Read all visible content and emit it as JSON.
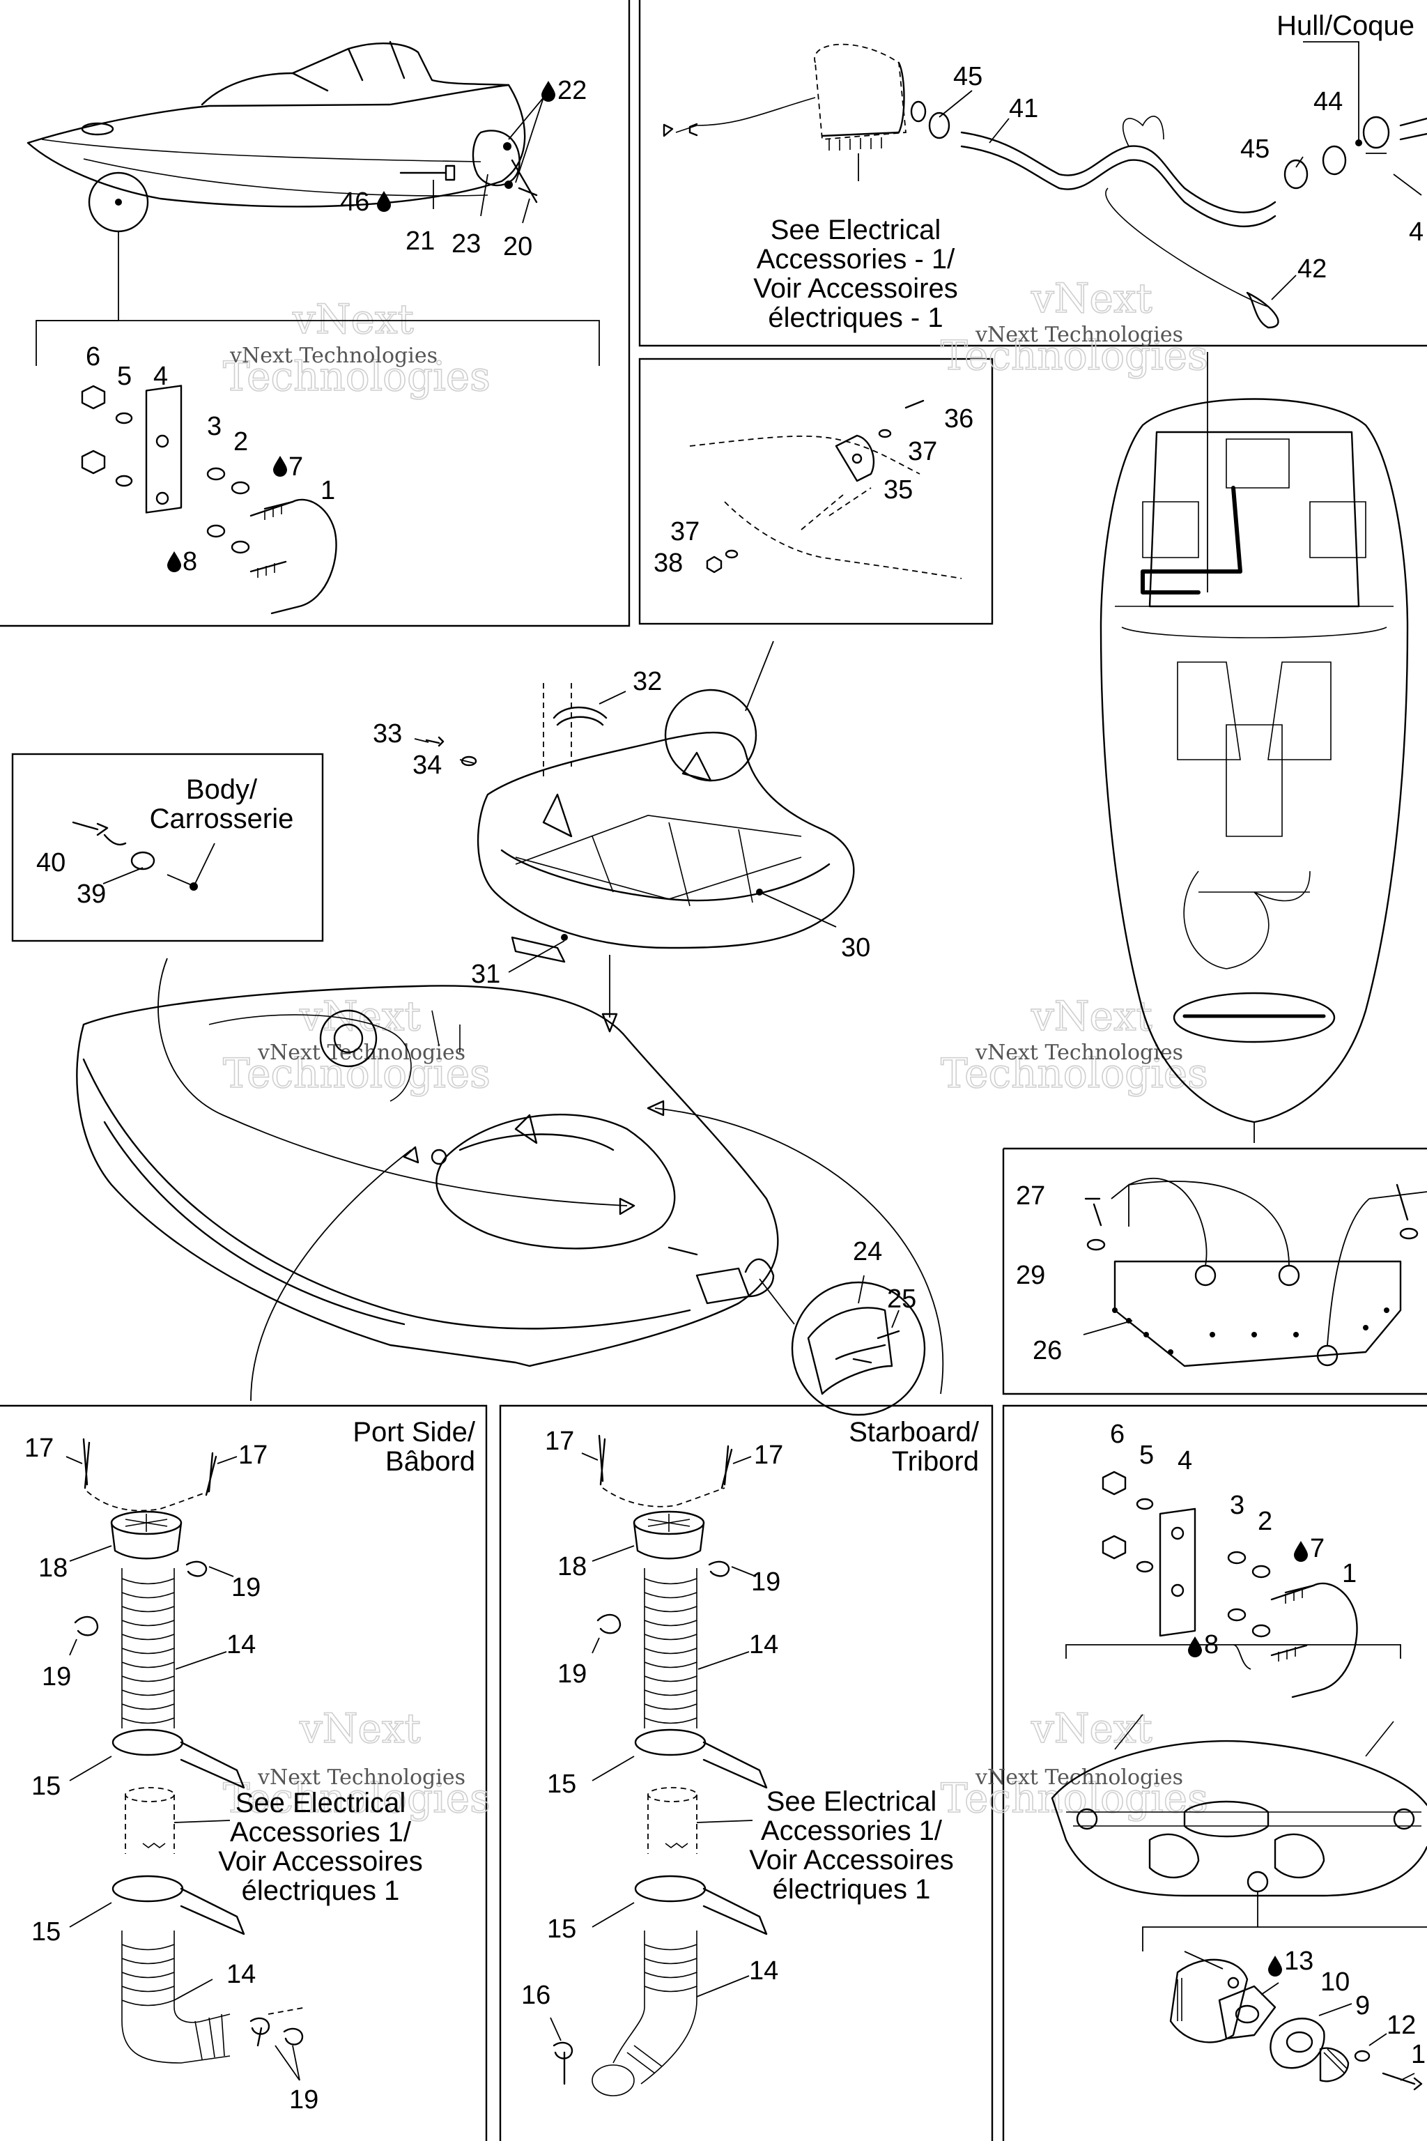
{
  "watermark": {
    "brand": "vNext",
    "brand_line2": "Technologies",
    "small": "vNext Technologies"
  },
  "captions": {
    "hull": "Hull/Coque",
    "body_1": "Body/",
    "body_2": "Carrosserie",
    "port_1": "Port Side/",
    "port_2": "Bâbord",
    "starboard_1": "Starboard/",
    "starboard_2": "Tribord",
    "see_elec_top_1": "See Electrical",
    "see_elec_top_2": "Accessories - 1/",
    "see_elec_top_3": "Voir Accessoires",
    "see_elec_top_4": "électriques - 1",
    "see_elec_port_1": "See Electrical",
    "see_elec_port_2": "Accessories 1/",
    "see_elec_port_3": "Voir Accessoires",
    "see_elec_port_4": "électriques 1",
    "see_elec_stbd_1": "See Electrical",
    "see_elec_stbd_2": "Accessories 1/",
    "see_elec_stbd_3": "Voir Accessoires",
    "see_elec_stbd_4": "électriques 1"
  },
  "callouts": {
    "tl_22": "22",
    "tl_46": "46",
    "tl_21": "21",
    "tl_23": "23",
    "tl_20": "20",
    "tl_6": "6",
    "tl_5": "5",
    "tl_4": "4",
    "tl_3": "3",
    "tl_2": "2",
    "tl_7": "7",
    "tl_1": "1",
    "tl_8": "8",
    "tc_45a": "45",
    "tc_41": "41",
    "tc_44": "44",
    "tc_45b": "45",
    "tc_43": "4",
    "tc_42": "42",
    "m_36": "36",
    "m_37a": "37",
    "m_35": "35",
    "m_37b": "37",
    "m_38": "38",
    "m_32": "32",
    "m_33": "33",
    "m_34": "34",
    "m_30": "30",
    "m_31": "31",
    "b_40": "40",
    "b_39": "39",
    "c_24": "24",
    "c_25": "25",
    "r_27": "27",
    "r_29": "29",
    "r_26": "26",
    "p_17a": "17",
    "p_17b": "17",
    "p_18": "18",
    "p_19a": "19",
    "p_19b": "19",
    "p_14a": "14",
    "p_15a": "15",
    "p_15b": "15",
    "p_14b": "14",
    "p_19c": "19",
    "s_17a": "17",
    "s_17b": "17",
    "s_18": "18",
    "s_19a": "19",
    "s_19b": "19",
    "s_14a": "14",
    "s_15a": "15",
    "s_15b": "15",
    "s_14b": "14",
    "s_16": "16",
    "br_6": "6",
    "br_5": "5",
    "br_4": "4",
    "br_3": "3",
    "br_2": "2",
    "br_7": "7",
    "br_1": "1",
    "br_8": "8",
    "br_13": "13",
    "br_10": "10",
    "br_9": "9",
    "br_12": "12",
    "br_11": "1"
  }
}
